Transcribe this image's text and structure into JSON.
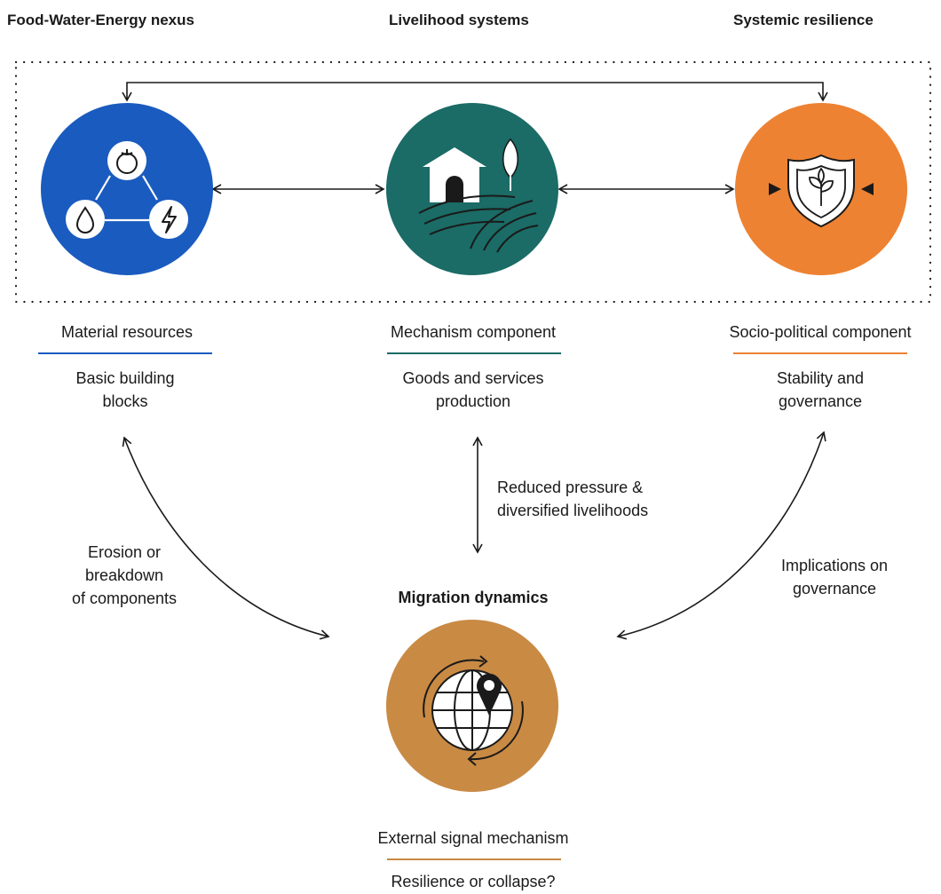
{
  "headers": {
    "fwe": "Food-Water-Energy nexus",
    "livelihood": "Livelihood systems",
    "resilience": "Systemic resilience"
  },
  "components": {
    "material": {
      "title": "Material resources",
      "desc": [
        "Basic building",
        "blocks"
      ]
    },
    "mechanism": {
      "title": "Mechanism component",
      "desc": [
        "Goods and services",
        "production"
      ]
    },
    "socio": {
      "title": "Socio-political component",
      "desc": [
        "Stability and",
        "governance"
      ]
    }
  },
  "links": {
    "left": [
      "Erosion or",
      "breakdown",
      "of components"
    ],
    "center": [
      "Reduced pressure &",
      "diversified livelihoods"
    ],
    "right": [
      "Implications on",
      "governance"
    ]
  },
  "migration": {
    "title": "Migration dynamics",
    "signal": "External signal mechanism",
    "question": "Resilience or collapse?"
  },
  "colors": {
    "blue": "#1a5bbf",
    "teal": "#1b6b66",
    "orange": "#ed8232",
    "bronze": "#c98a44",
    "ink": "#1a1a1a"
  },
  "icons": [
    "tomato-icon",
    "water-drop-icon",
    "lightning-icon",
    "barn-icon",
    "tree-icon",
    "field-icon",
    "shield-leaf-icon",
    "globe-icon",
    "location-pin-icon",
    "cycle-arrows-icon"
  ]
}
